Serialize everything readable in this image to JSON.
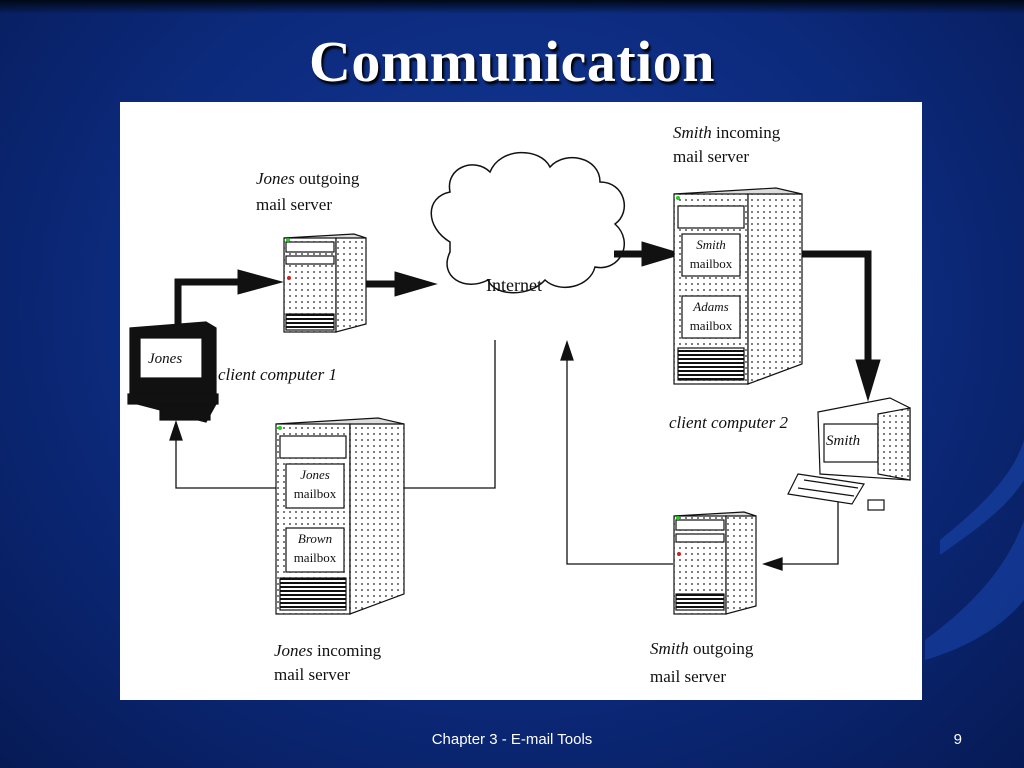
{
  "slide": {
    "title": "Communication",
    "footer": "Chapter 3 - E-mail Tools",
    "page_number": "9"
  },
  "diagram": {
    "cloud_label": "Internet",
    "jones_outgoing": {
      "name": "Jones",
      "label": "outgoing",
      "line2": "mail server"
    },
    "smith_incoming": {
      "name": "Smith",
      "label": "incoming",
      "line2": "mail server"
    },
    "jones_incoming": {
      "name": "Jones",
      "label": "incoming",
      "line2": "mail server"
    },
    "smith_outgoing": {
      "name": "Smith",
      "label": "outgoing",
      "line2": "mail server"
    },
    "client1": {
      "screen": "Jones",
      "label": "client computer 1"
    },
    "client2": {
      "screen": "Smith",
      "label": "client computer 2"
    },
    "mailboxes": [
      {
        "name": "Smith",
        "word": "mailbox"
      },
      {
        "name": "Adams",
        "word": "mailbox"
      },
      {
        "name": "Jones",
        "word": "mailbox"
      },
      {
        "name": "Brown",
        "word": "mailbox"
      }
    ]
  }
}
